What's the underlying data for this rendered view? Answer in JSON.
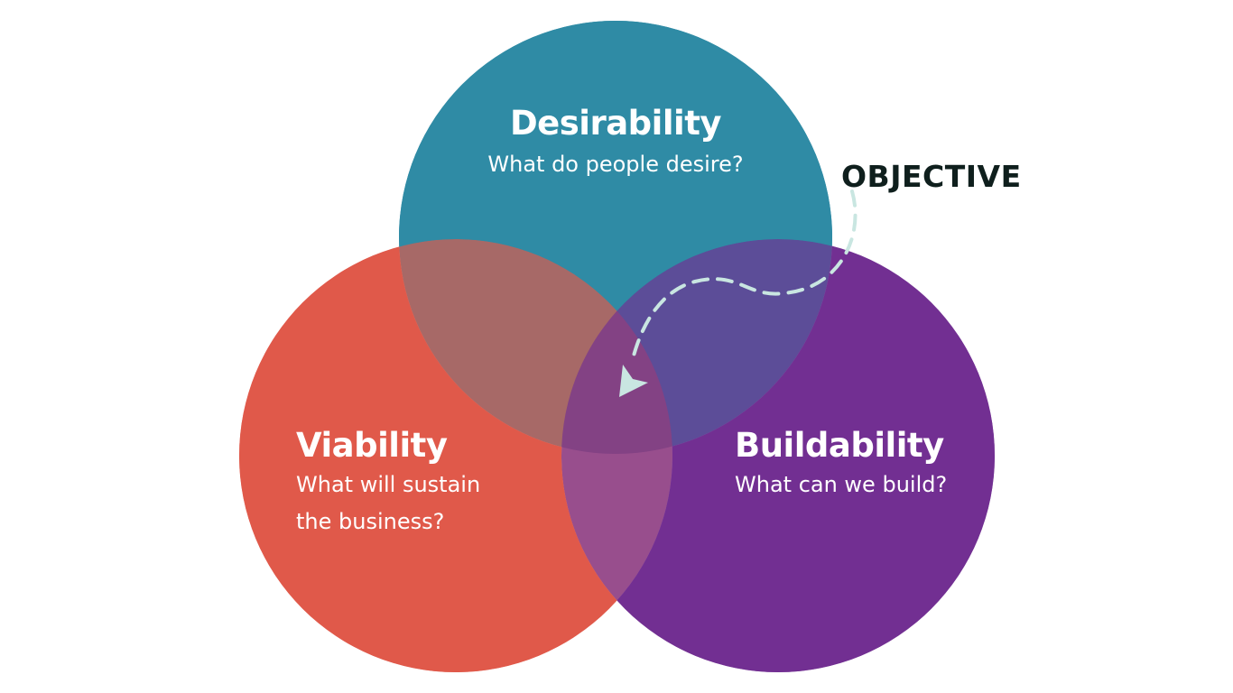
{
  "circles": [
    {
      "id": "desirability",
      "title": "Desirability",
      "lines": [
        "What do people desire?"
      ],
      "color": "#2f8ba5"
    },
    {
      "id": "viability",
      "title": "Viability",
      "lines": [
        "What will sustain",
        "the business?"
      ],
      "color": "#e0594a"
    },
    {
      "id": "buildability",
      "title": "Buildability",
      "lines": [
        "What can we build?"
      ],
      "color": "#722f92"
    }
  ],
  "objective": {
    "label": "OBJECTIVE",
    "arrow_color": "#c9e6e1",
    "label_color": "#0f1f1d"
  }
}
